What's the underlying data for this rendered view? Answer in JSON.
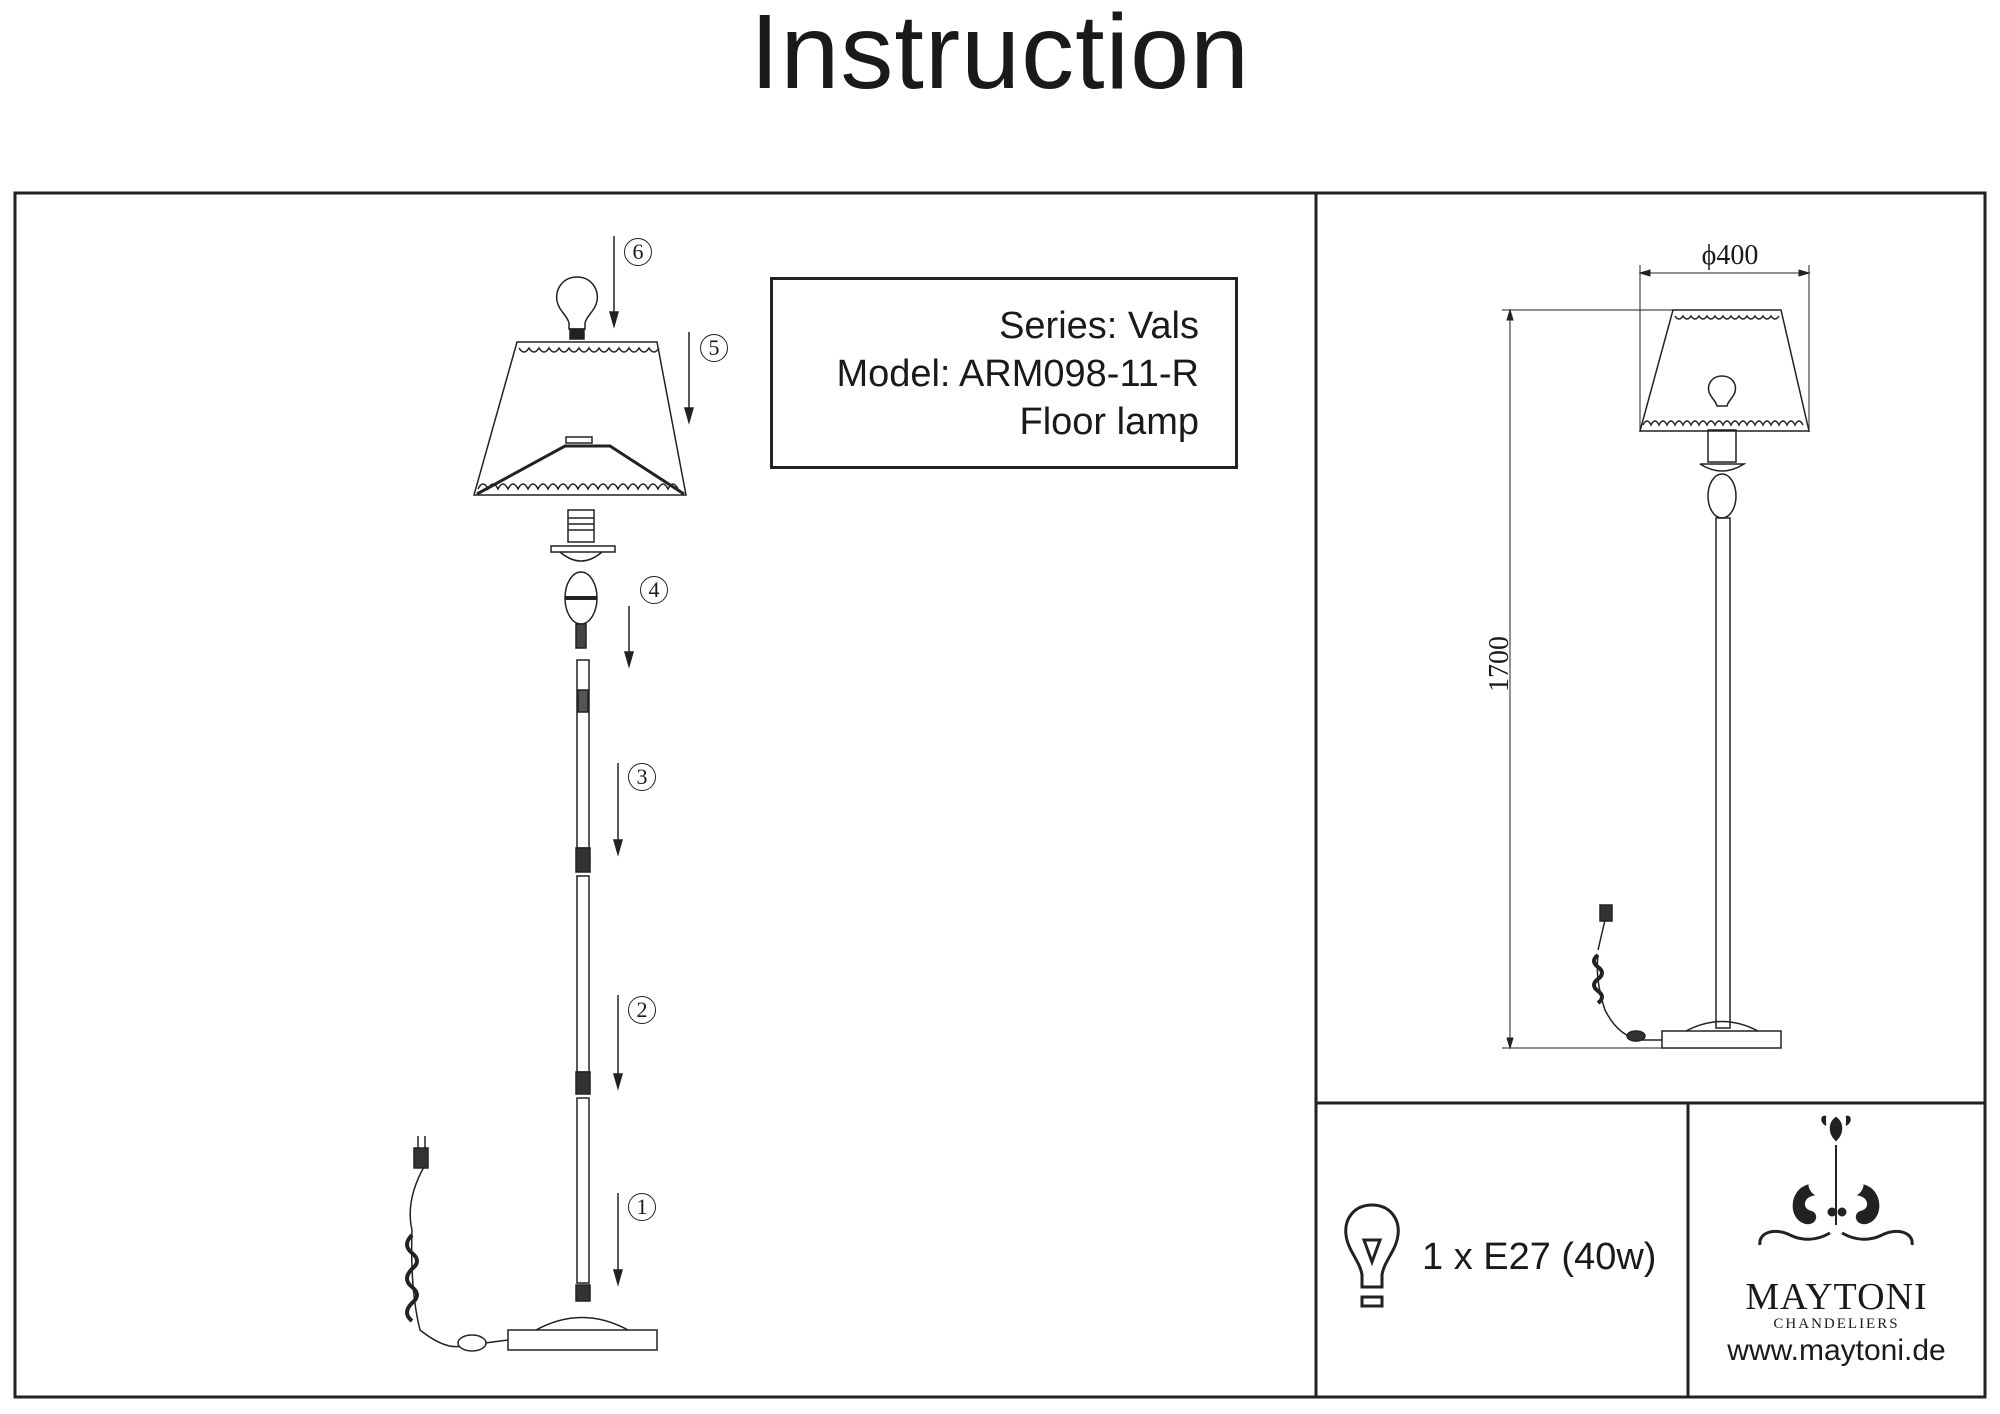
{
  "title": "Instruction",
  "info": {
    "series": "Series: Vals",
    "model": "Model: ARM098-11-R",
    "type": "Floor lamp"
  },
  "steps": [
    "1",
    "2",
    "3",
    "4",
    "5",
    "6"
  ],
  "dimensions": {
    "diameter": "ϕ400",
    "height": "1700"
  },
  "bulb": {
    "spec": "1 x E27 (40w)",
    "icon": "light-bulb-icon"
  },
  "brand": {
    "name": "MAYTONI",
    "sub": "CHANDELIERS",
    "url": "www.maytoni.de"
  }
}
